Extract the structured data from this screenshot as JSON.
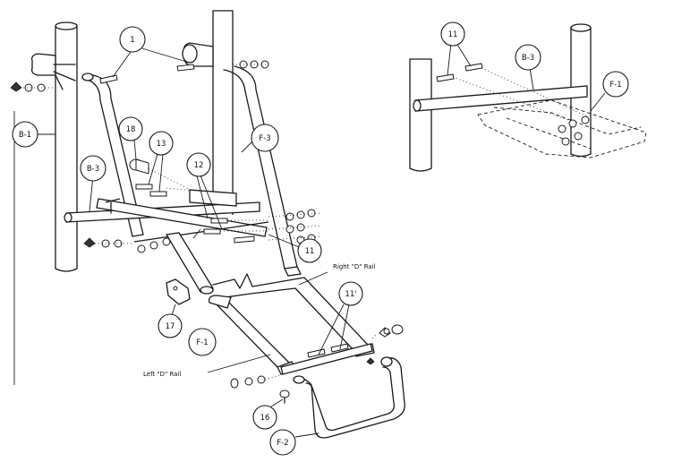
{
  "callouts": {
    "c_1": "1",
    "c_11_top": "11",
    "c_b3_inset": "B-3",
    "c_f1_inset": "F-1",
    "c_b1": "B-1",
    "c_18": "18",
    "c_13": "13",
    "c_f3": "F-3",
    "c_b3": "B-3",
    "c_12": "12",
    "c_11_mid": "11",
    "c_17": "17",
    "c_11b": "11'",
    "c_f1": "F-1",
    "c_16": "16",
    "c_f2": "F-2"
  },
  "labels": {
    "right_rail": "Right \"D\" Rail",
    "left_rail": "Left \"D\" Rail"
  }
}
